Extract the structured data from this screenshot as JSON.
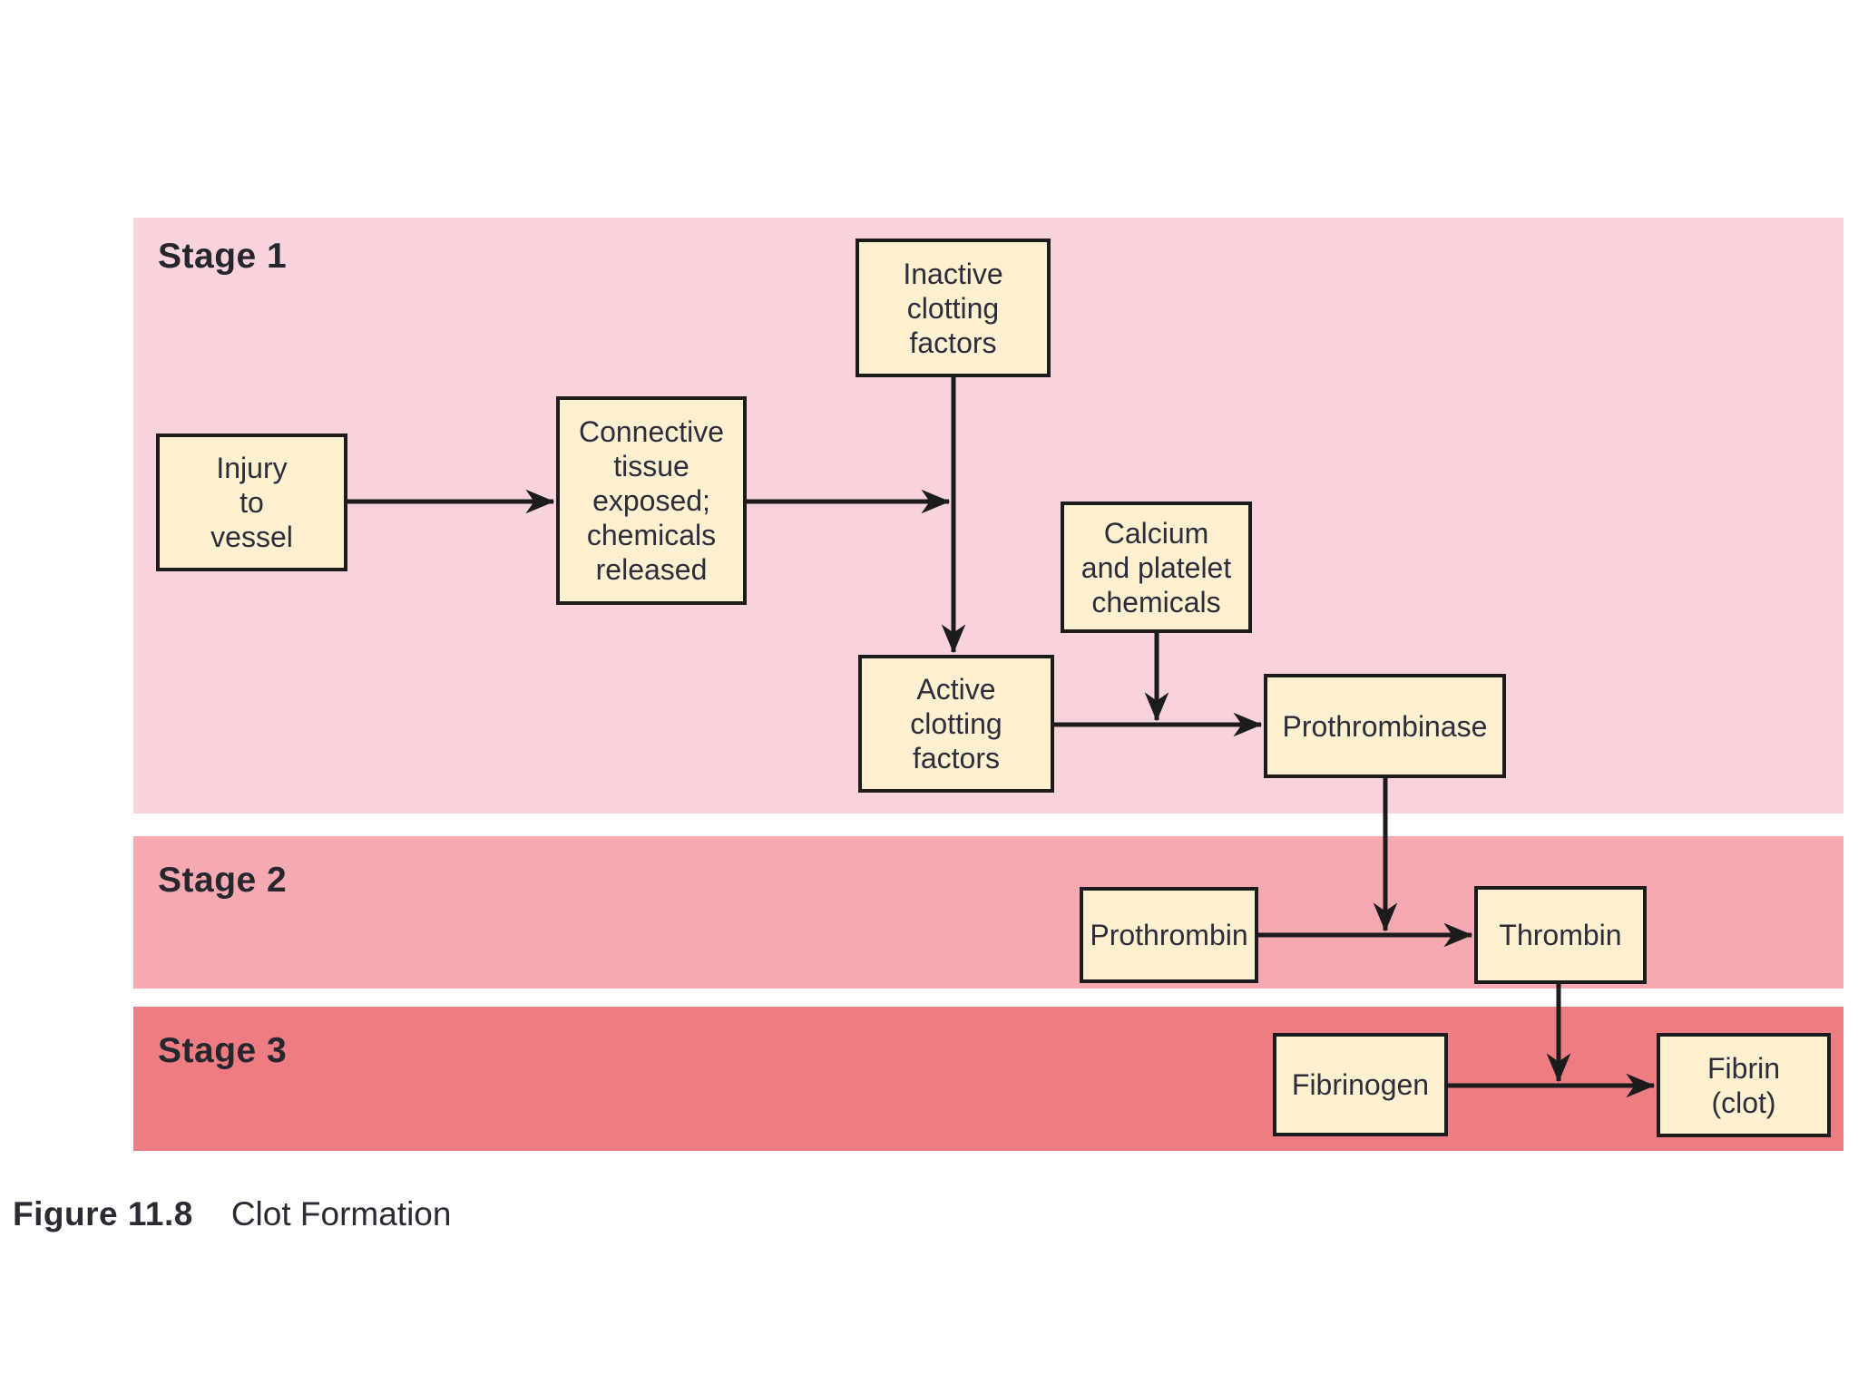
{
  "figure": {
    "label": "Figure 11.8",
    "title": "Clot Formation"
  },
  "stages": [
    {
      "label": "Stage 1"
    },
    {
      "label": "Stage 2"
    },
    {
      "label": "Stage 3"
    }
  ],
  "nodes": {
    "injury": {
      "label": "Injury\nto\nvessel"
    },
    "connective": {
      "label": "Connective\ntissue\nexposed;\nchemicals\nreleased"
    },
    "inactive": {
      "label": "Inactive\nclotting\nfactors"
    },
    "calcium": {
      "label": "Calcium\nand platelet\nchemicals"
    },
    "active": {
      "label": "Active\nclotting\nfactors"
    },
    "prothrombinase": {
      "label": "Prothrombinase"
    },
    "prothrombin": {
      "label": "Prothrombin"
    },
    "thrombin": {
      "label": "Thrombin"
    },
    "fibrinogen": {
      "label": "Fibrinogen"
    },
    "fibrin": {
      "label": "Fibrin\n(clot)"
    }
  },
  "colors": {
    "stage1-band": "#f8d3dc",
    "stage2-band": "#f5a9b1",
    "stage3-band": "#ee7d83",
    "node-fill": "#fcf0d0",
    "node-border": "#1c1c1c",
    "arrow": "#1c1c1c",
    "ink": "#2c2c3a",
    "label-ink": "#26262e",
    "caption-ink": "#2b2b33",
    "background": "#ffffff"
  }
}
